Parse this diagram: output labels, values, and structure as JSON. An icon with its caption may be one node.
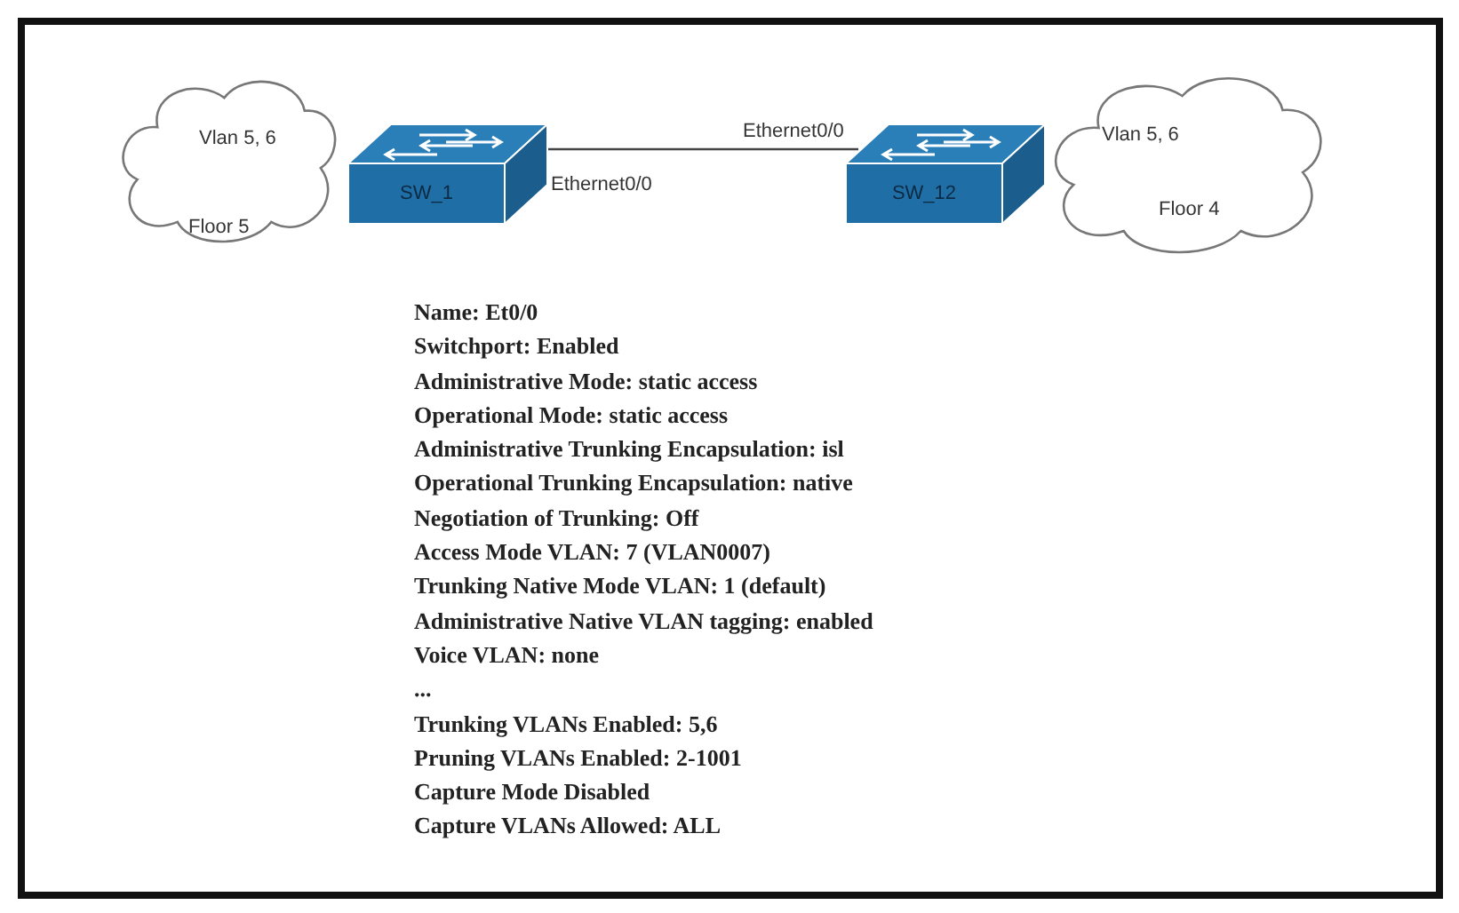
{
  "diagram": {
    "nodes": [
      {
        "text": [
          "Vlan 5, 6",
          "Floor 5"
        ]
      },
      {
        "text": [
          "SW_1"
        ],
        "beside": [
          "Ethernet0/0"
        ]
      },
      {
        "text": [
          "SW_12"
        ],
        "beside": [
          "Ethernet0/0"
        ]
      },
      {
        "text": [
          "Vlan 5, 6",
          "Floor 4"
        ]
      }
    ],
    "edges": [
      {
        "from": 1,
        "to": 2,
        "arrow": "none"
      }
    ],
    "labels": [
      "Name: Et0/0",
      "Switchport: Enabled",
      "Administrative Mode: static access",
      "Operational Mode: static access",
      "Administrative Trunking Encapsulation: isl",
      "Operational Trunking Encapsulation: native",
      "Negotiation of Trunking: Off",
      "Access Mode VLAN: 7 (VLAN0007)",
      "Trunking Native Mode VLAN: 1 (default)",
      "Administrative Native VLAN tagging: enabled",
      "Voice VLAN: none",
      "...",
      "Trunking VLANs Enabled: 5,6",
      "Pruning VLANs Enabled: 2-1001",
      "Capture Mode Disabled",
      "Capture VLANs Allowed: ALL"
    ]
  }
}
